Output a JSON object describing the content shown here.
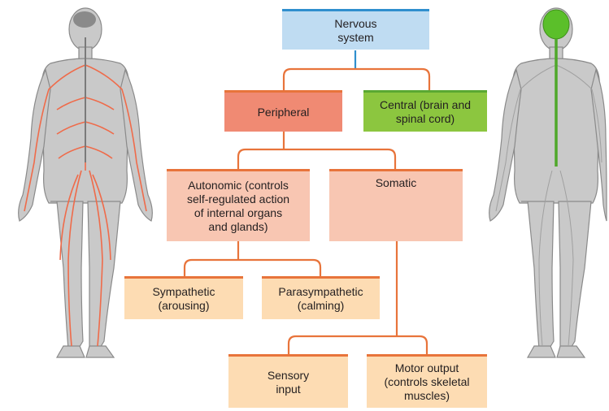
{
  "diagram": {
    "nodes": {
      "nervous": {
        "label": "Nervous\nsystem"
      },
      "peripheral": {
        "label": "Peripheral"
      },
      "central": {
        "label": "Central (brain and\nspinal cord)"
      },
      "autonomic": {
        "label": "Autonomic (controls\nself-regulated action\nof internal organs\nand glands)"
      },
      "somatic": {
        "label": "Somatic"
      },
      "sympathetic": {
        "label": "Sympathetic\n(arousing)"
      },
      "parasympathetic": {
        "label": "Parasympathetic\n(calming)"
      },
      "sensory": {
        "label": "Sensory\ninput"
      },
      "motor": {
        "label": "Motor output\n(controls skeletal\nmuscles)"
      }
    },
    "figures": {
      "left": {
        "highlight": "peripheral nerves",
        "color": "#ef6b4a"
      },
      "right": {
        "highlight": "brain and spinal cord",
        "color": "#5bbf2a"
      }
    }
  },
  "colors": {
    "connector": "#e8743b",
    "nervous_fill": "#bfdcf2",
    "nervous_bar": "#2f8fce",
    "peripheral_fill": "#f08a73",
    "peripheral_bar": "#e8743b",
    "central_fill": "#8cc63f",
    "central_bar": "#5aa832",
    "subsystem_fill": "#f8c6b2",
    "leaf_fill": "#fddcb3",
    "body_fill": "#c9c9c9",
    "body_stroke": "#8a8a8a"
  }
}
